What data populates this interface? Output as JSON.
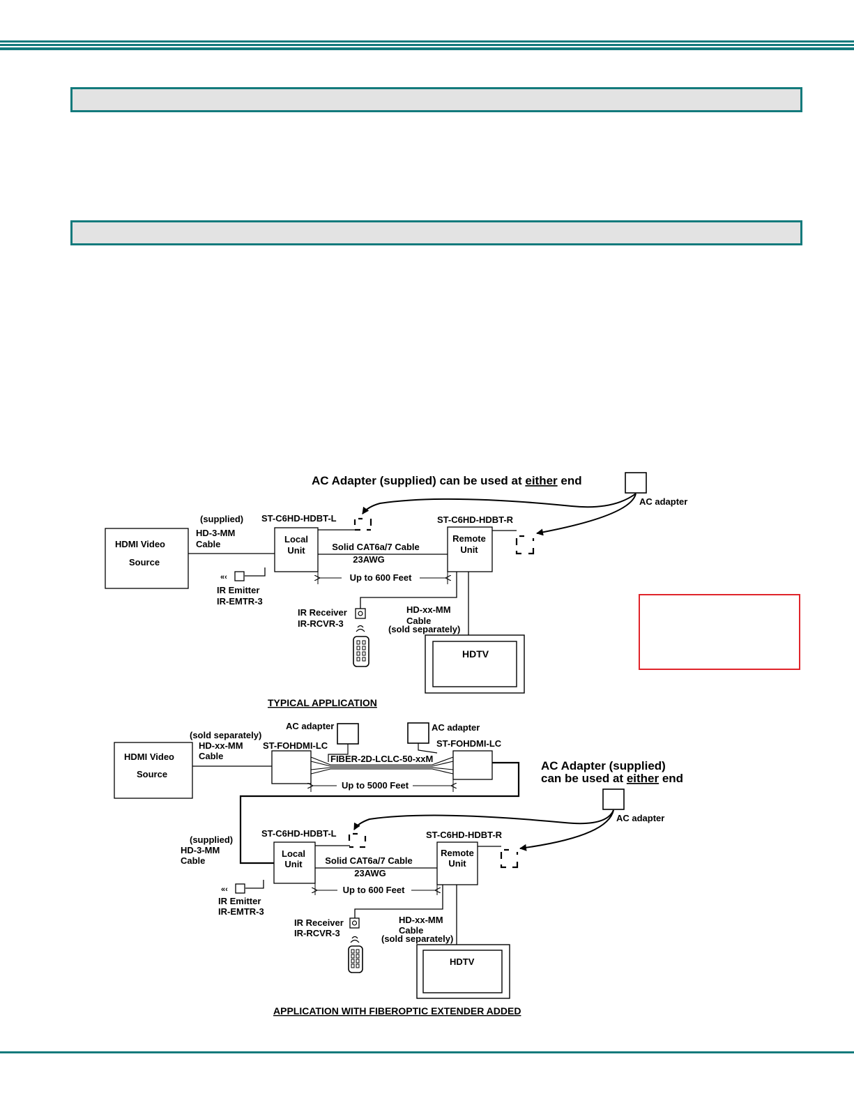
{
  "colors": {
    "teal": "#137a7c",
    "box_fill": "#e3e3e3",
    "red": "#e0242a"
  },
  "diagram1": {
    "heading": "AC Adapter (supplied) can be used at ",
    "heading_em": "either",
    "heading_end": " end",
    "ac_adapter": "AC adapter",
    "local_model": "ST-C6HD-HDBT-L",
    "remote_model": "ST-C6HD-HDBT-R",
    "source_l1": "HDMI Video",
    "source_l2": "Source",
    "supplied": "(supplied)",
    "cable_l1": "HD-3-MM",
    "cable_l2": "Cable",
    "local_l1": "Local",
    "local_l2": "Unit",
    "cat_l1": "Solid CAT6a/7 Cable",
    "cat_l2": "23AWG",
    "distance": "Up to 600 Feet",
    "remote_l1": "Remote",
    "remote_l2": "Unit",
    "ir_emitter_l1": "IR Emitter",
    "ir_emitter_l2": "IR-EMTR-3",
    "ir_receiver_l1": "IR Receiver",
    "ir_receiver_l2": "IR-RCVR-3",
    "hd_cable_l1": "HD-xx-MM",
    "hd_cable_l2": "Cable",
    "hd_cable_l3": "(sold separately)",
    "hdtv": "HDTV",
    "caption": "TYPICAL APPLICATION"
  },
  "diagram2": {
    "ac_adapter": "AC adapter",
    "sold_sep": "(sold separately)",
    "cable_l1": "HD-xx-MM",
    "cable_l2": "Cable",
    "source_l1": "HDMI Video",
    "source_l2": "Source",
    "fo_model": "ST-FOHDMI-LC",
    "fiber": "FIBER-2D-LCLC-50-xxM",
    "fiber_distance": "Up to 5000 Feet",
    "heading_l1": "AC Adapter (supplied)",
    "heading_l2": "can be used at ",
    "heading_em": "either",
    "heading_end": " end",
    "supplied": "(supplied)",
    "hd3_l1": "HD-3-MM",
    "hd3_l2": "Cable",
    "local_model": "ST-C6HD-HDBT-L",
    "remote_model": "ST-C6HD-HDBT-R",
    "local_l1": "Local",
    "local_l2": "Unit",
    "cat_l1": "Solid CAT6a/7 Cable",
    "cat_l2": "23AWG",
    "distance": "Up to 600 Feet",
    "remote_l1": "Remote",
    "remote_l2": "Unit",
    "ir_emitter_l1": "IR Emitter",
    "ir_emitter_l2": "IR-EMTR-3",
    "ir_receiver_l1": "IR Receiver",
    "ir_receiver_l2": "IR-RCVR-3",
    "hd_cable_l1": "HD-xx-MM",
    "hd_cable_l2": "Cable",
    "hd_cable_l3": "(sold separately)",
    "hdtv": "HDTV",
    "caption": "APPLICATION WITH FIBEROPTIC EXTENDER ADDED"
  }
}
